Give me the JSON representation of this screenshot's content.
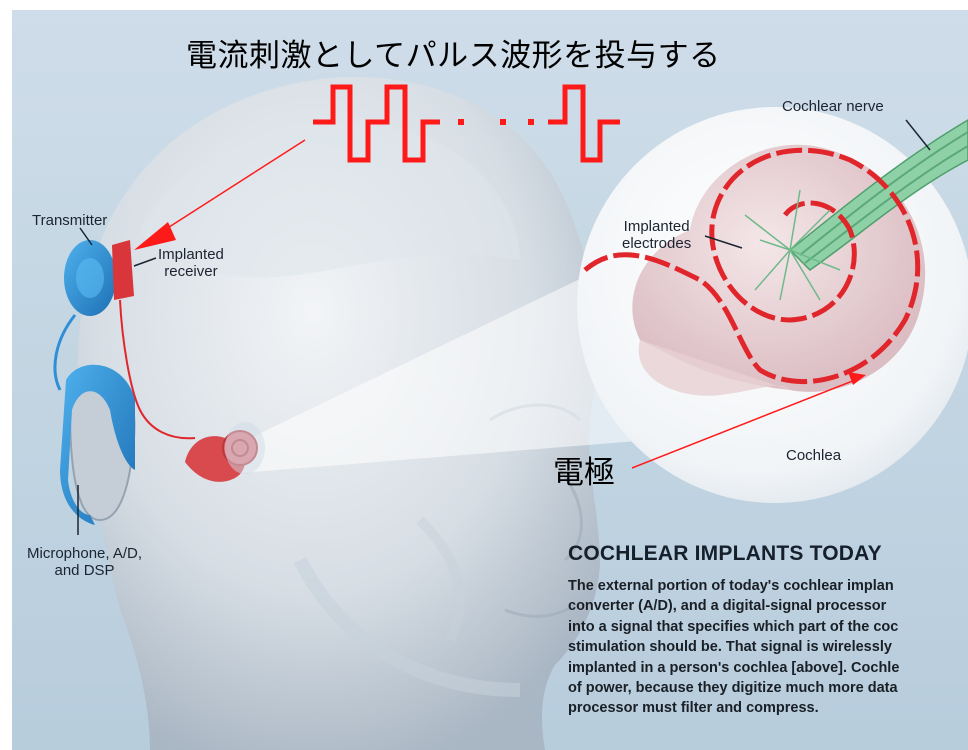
{
  "title_jp": "電流刺激としてパルス波形を投与する",
  "labels": {
    "transmitter": "Transmitter",
    "implanted_receiver": [
      "Implanted",
      "receiver"
    ],
    "microphone": [
      "Microphone, A/D,",
      "and DSP"
    ],
    "cochlear_nerve": "Cochlear nerve",
    "implanted_electrodes": [
      "Implanted",
      "electrodes"
    ],
    "cochlea": "Cochlea",
    "electrode_jp": "電極"
  },
  "info": {
    "heading": "COCHLEAR IMPLANTS TODAY",
    "lines": [
      "The external portion of today's cochlear implan",
      "converter (A/D), and a digital-signal processor",
      "into a signal that specifies which part of the coc",
      "stimulation should be. That signal is wirelessly",
      "implanted in a person's cochlea [above]. Cochle",
      "of power, because they digitize much more data",
      "processor must filter and compress."
    ]
  },
  "colors": {
    "background": "#ffffff",
    "panel": "#bfd3e2",
    "pulse_red": "#ff1a1a",
    "device_blue": "#2f8fd6",
    "electrode_red": "#e0262b",
    "nerve_green": "#7fc79a"
  }
}
